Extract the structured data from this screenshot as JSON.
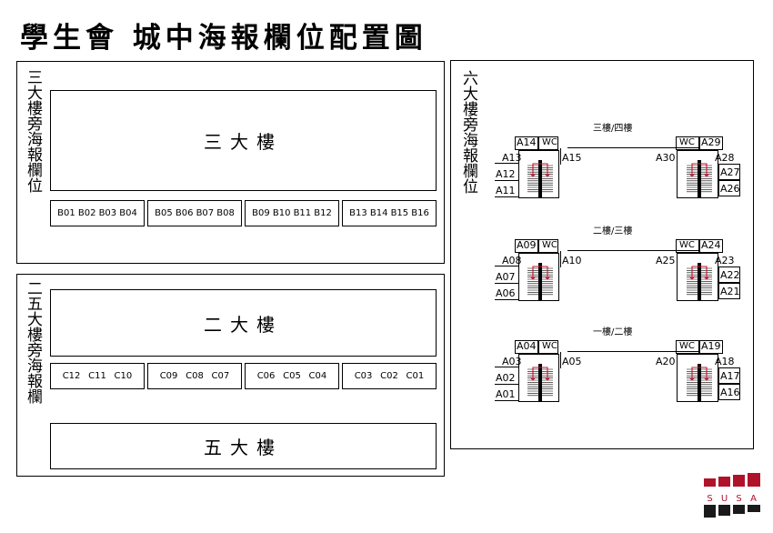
{
  "title": "學生會 城中海報欄位配置圖",
  "panel_left_top": {
    "side_label": "三大樓旁海報欄位",
    "building": "三大樓",
    "groups": [
      [
        "B01",
        "B02",
        "B03",
        "B04"
      ],
      [
        "B05",
        "B06",
        "B07",
        "B08"
      ],
      [
        "B09",
        "B10",
        "B11",
        "B12"
      ],
      [
        "B13",
        "B14",
        "B15",
        "B16"
      ]
    ]
  },
  "panel_left_bottom": {
    "side_label": "二五大樓旁海報欄",
    "building_top": "二大樓",
    "building_bottom": "五大樓",
    "groups": [
      [
        "C12",
        "C11",
        "C10"
      ],
      [
        "C09",
        "C08",
        "C07"
      ],
      [
        "C06",
        "C05",
        "C04"
      ],
      [
        "C03",
        "C02",
        "C01"
      ]
    ]
  },
  "panel_right": {
    "side_label": "六大樓旁海報欄位",
    "floors": [
      {
        "title": "三樓/四樓",
        "left": {
          "top": "A14",
          "wc": "WC",
          "upper": "A13",
          "mid": "A12",
          "low": "A11",
          "side": "A15"
        },
        "right": {
          "top": "A29",
          "wc": "WC",
          "upper": "A28",
          "mid": "A27",
          "low": "A26",
          "side": "A30"
        }
      },
      {
        "title": "二樓/三樓",
        "left": {
          "top": "A09",
          "wc": "WC",
          "upper": "A08",
          "mid": "A07",
          "low": "A06",
          "side": "A10"
        },
        "right": {
          "top": "A24",
          "wc": "WC",
          "upper": "A23",
          "mid": "A22",
          "low": "A21",
          "side": "A25"
        }
      },
      {
        "title": "一樓/二樓",
        "left": {
          "top": "A04",
          "wc": "WC",
          "upper": "A03",
          "mid": "A02",
          "low": "A01",
          "side": "A05"
        },
        "right": {
          "top": "A19",
          "wc": "WC",
          "upper": "A18",
          "mid": "A17",
          "low": "A16",
          "side": "A20"
        }
      }
    ]
  },
  "logo": {
    "text": "SUSA",
    "colors": {
      "red": "#b0122a",
      "black": "#1a1a1a"
    }
  },
  "colors": {
    "arrow": "#c8102e"
  }
}
